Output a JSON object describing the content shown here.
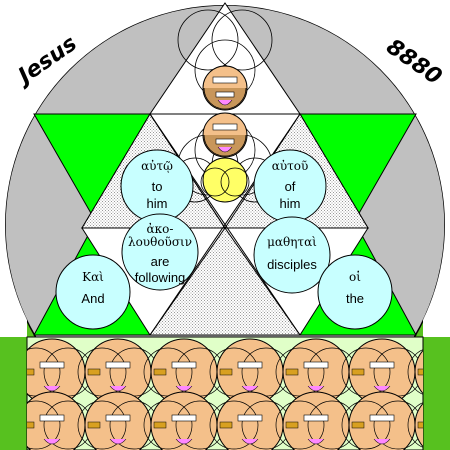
{
  "header": {
    "name_label": "Jesus",
    "number_label": "8880"
  },
  "words": [
    {
      "greek": "Καὶ",
      "english": "And"
    },
    {
      "greek": "ἀκο-",
      "greek2": "λουθοῦσιν",
      "english": "are",
      "english2": "following"
    },
    {
      "greek": "αὐτῷ",
      "english": "to",
      "english2": "him"
    },
    {
      "greek": "οἱ",
      "english": "the"
    },
    {
      "greek": "μαθηταὶ",
      "english": "disciples"
    },
    {
      "greek": "αὐτοῦ",
      "english": "of",
      "english2": "him"
    }
  ],
  "colors": {
    "gray": "#c0c0c0",
    "green": "#00ff00",
    "grass": "#57c11f",
    "bubble": "#c8ffff",
    "gold": "#ffff66",
    "face": "#f4c08a",
    "dark_green": "#00a000",
    "frame_fill": "#e0ffc8"
  }
}
